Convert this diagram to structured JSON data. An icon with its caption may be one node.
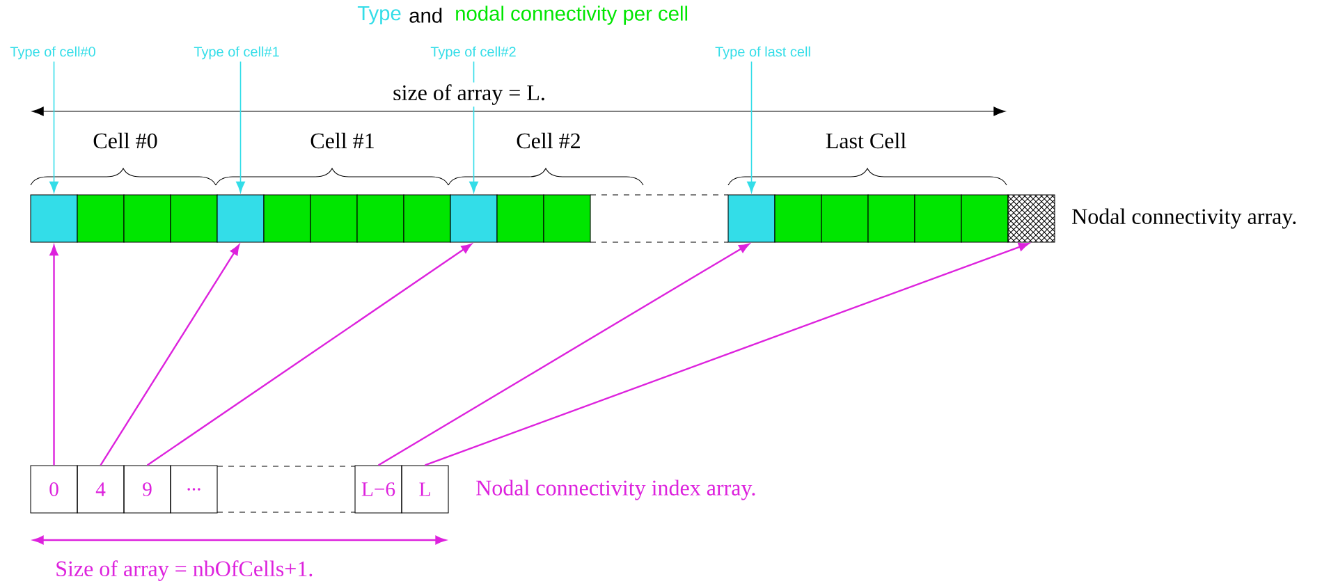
{
  "diagram": {
    "nodes": [
      {
        "text": [
          "Type of cell#0"
        ]
      },
      {
        "text": [
          "Type of cell#1"
        ]
      },
      {
        "text": [
          "Type of cell#2"
        ]
      },
      {
        "text": [
          "Type of last cell"
        ]
      },
      {
        "text": [],
        "shape": "box"
      },
      {
        "text": [],
        "shape": "box"
      },
      {
        "text": [],
        "shape": "box"
      },
      {
        "text": [],
        "shape": "box"
      },
      {
        "text": [],
        "shape": "box"
      },
      {
        "text": [],
        "shape": "box"
      },
      {
        "text": [],
        "shape": "box"
      },
      {
        "text": [],
        "shape": "box"
      },
      {
        "text": [],
        "shape": "box"
      },
      {
        "text": [],
        "shape": "box"
      },
      {
        "text": [],
        "shape": "box"
      },
      {
        "text": [],
        "shape": "box"
      },
      {
        "text": [],
        "shape": "box"
      },
      {
        "text": [],
        "shape": "box"
      },
      {
        "text": [],
        "shape": "box"
      },
      {
        "text": [],
        "shape": "box"
      },
      {
        "text": [],
        "shape": "box"
      },
      {
        "text": [],
        "shape": "box"
      },
      {
        "text": [],
        "shape": "box"
      },
      {
        "text": [
          "0"
        ]
      },
      {
        "text": [
          "4"
        ]
      },
      {
        "text": [
          "9"
        ]
      },
      {
        "text": [
          "..."
        ]
      },
      {
        "text": [
          "L−6"
        ]
      },
      {
        "text": [
          "L"
        ]
      }
    ],
    "edges": [
      {
        "from": 0,
        "to": 4,
        "arrow": "to",
        "color": "#33dde8"
      },
      {
        "from": 1,
        "to": 8,
        "arrow": "to",
        "color": "#33dde8"
      },
      {
        "from": 2,
        "to": 13,
        "arrow": "to",
        "color": "#33dde8"
      },
      {
        "from": 3,
        "to": 16,
        "arrow": "to",
        "color": "#33dde8"
      },
      {
        "from": 23,
        "to": 4,
        "arrow": "to"
      },
      {
        "from": 24,
        "to": 8,
        "arrow": "to"
      },
      {
        "from": 25,
        "to": 13,
        "arrow": "to"
      },
      {
        "from": 27,
        "to": 16,
        "arrow": "to"
      },
      {
        "from": 28,
        "to": 22,
        "arrow": "to"
      }
    ],
    "labels": [
      "Type",
      "and",
      "nodal connectivity per cell",
      "size of array = L.",
      "Cell #0",
      "Cell #1",
      "Cell #2",
      "Last Cell",
      "Nodal connectivity array.",
      "Nodal connectivity index array.",
      "Size of array = nbOfCells+1."
    ]
  }
}
